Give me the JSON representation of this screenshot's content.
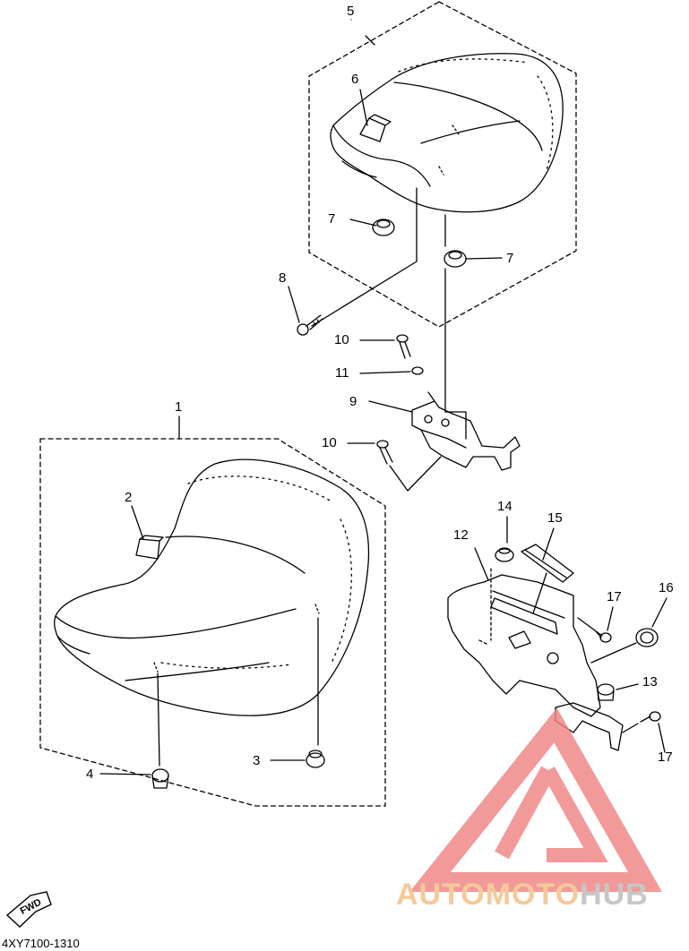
{
  "diagram": {
    "part_code": "4XY7100-1310",
    "fwd_label": "FWD",
    "callouts": [
      {
        "id": "c1",
        "label": "1"
      },
      {
        "id": "c2",
        "label": "2"
      },
      {
        "id": "c3",
        "label": "3"
      },
      {
        "id": "c4",
        "label": "4"
      },
      {
        "id": "c5",
        "label": "5"
      },
      {
        "id": "c6",
        "label": "6"
      },
      {
        "id": "c7a",
        "label": "7"
      },
      {
        "id": "c7b",
        "label": "7"
      },
      {
        "id": "c8",
        "label": "8"
      },
      {
        "id": "c9",
        "label": "9"
      },
      {
        "id": "c10a",
        "label": "10"
      },
      {
        "id": "c10b",
        "label": "10"
      },
      {
        "id": "c11",
        "label": "11"
      },
      {
        "id": "c12",
        "label": "12"
      },
      {
        "id": "c13",
        "label": "13"
      },
      {
        "id": "c14",
        "label": "14"
      },
      {
        "id": "c15",
        "label": "15"
      },
      {
        "id": "c16",
        "label": "16"
      },
      {
        "id": "c17a",
        "label": "17"
      },
      {
        "id": "c17b",
        "label": "17"
      }
    ]
  },
  "watermark": {
    "text_part1": "AUTOMOTO",
    "text_part2": "HUB",
    "color_primary": "#f08080",
    "color_text1": "#f6c99a",
    "color_text2": "#c7c7c7"
  }
}
